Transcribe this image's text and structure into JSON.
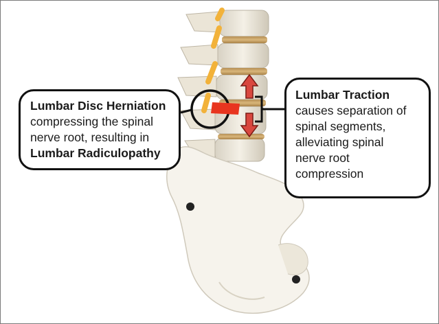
{
  "left_callout": {
    "title": "Lumbar Disc Herniation",
    "line2": "compressing the spinal",
    "line3": "nerve root, resulting in",
    "conclusion": "Lumbar Radiculopathy"
  },
  "right_callout": {
    "title": "Lumbar Traction",
    "line2": "causes separation of",
    "line3": "spinal segments,",
    "line4": "alleviating spinal",
    "line5": "nerve root",
    "line6": "compression"
  },
  "colors": {
    "bone": "#efe9dc",
    "disc": "#c9a46a",
    "nerve": "#f2b23a",
    "herniation": "#e8351f",
    "arrow": "#d9473f",
    "outline": "#111111"
  }
}
